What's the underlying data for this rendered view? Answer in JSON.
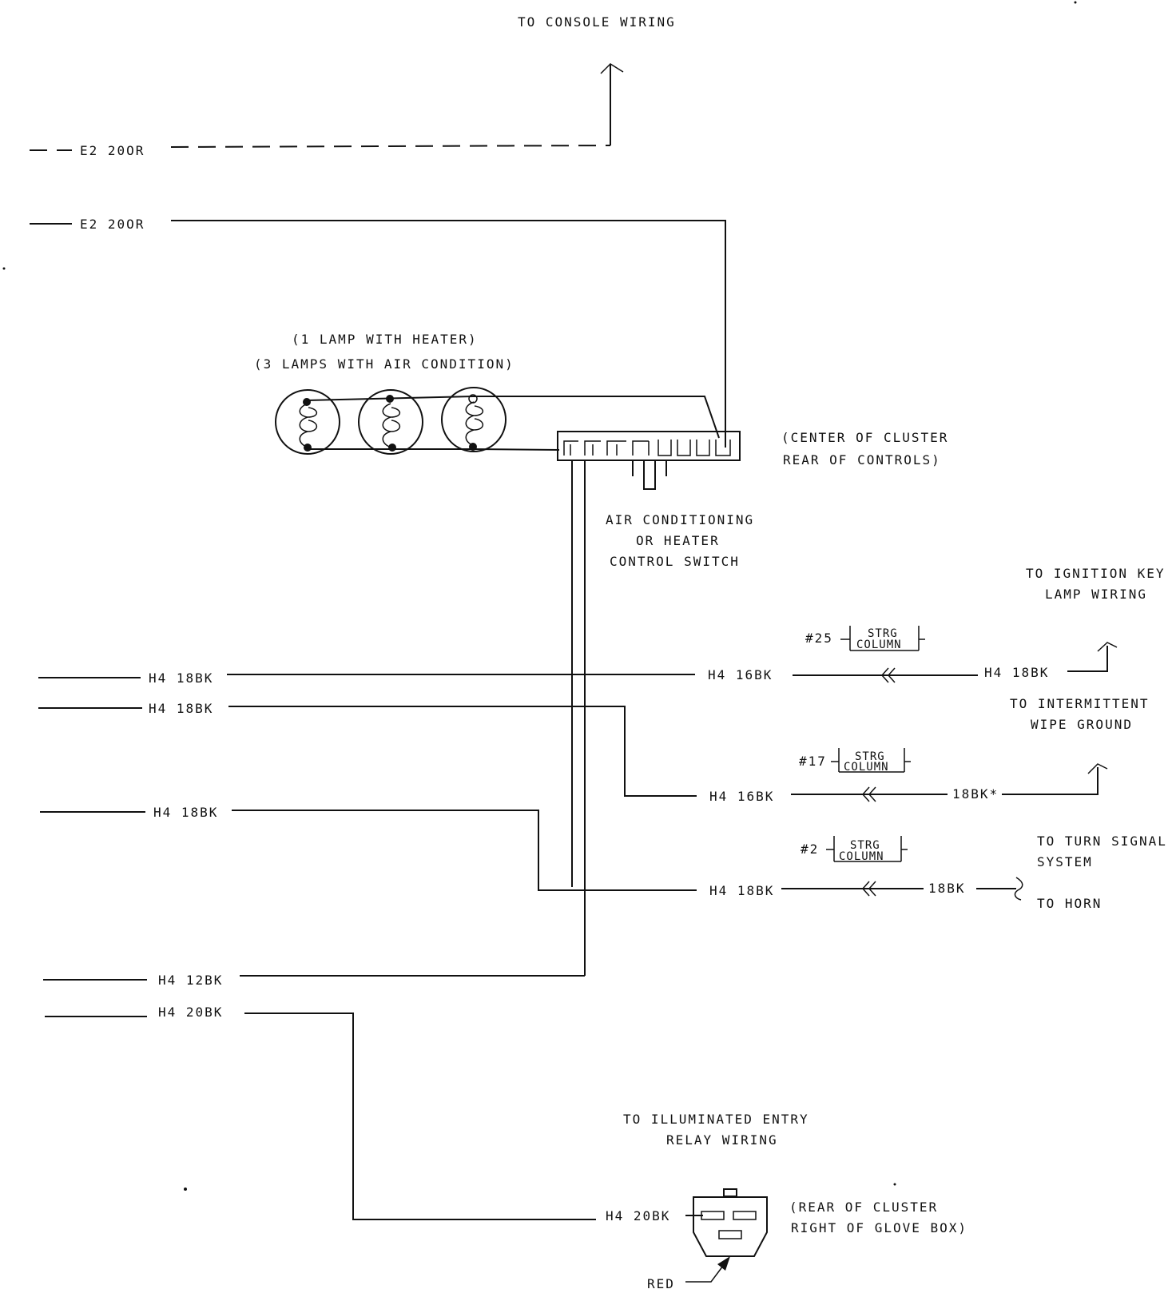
{
  "labels": {
    "to_console_wiring": "TO CONSOLE WIRING",
    "e2_dashed": "E2 20OR",
    "e2_solid": "E2 20OR",
    "lamp_heater": "(1 LAMP WITH HEATER)",
    "lamp_ac": "(3 LAMPS WITH AIR CONDITION)",
    "switch_location_1": "(CENTER OF CLUSTER",
    "switch_location_2": "REAR OF CONTROLS)",
    "switch_name_1": "AIR CONDITIONING",
    "switch_name_2": "OR HEATER",
    "switch_name_3": "CONTROL SWITCH",
    "to_ignition_key_1": "TO IGNITION KEY",
    "to_ignition_key_2": "LAMP WIRING",
    "h4_left_1": "H4 18BK",
    "h4_mid_1": "H4 16BK",
    "h4_right_1": "H4 18BK",
    "pin_25": "#25",
    "to_intermittent_1": "TO INTERMITTENT",
    "to_intermittent_2": "WIPE GROUND",
    "h4_left_2": "H4 18BK",
    "h4_mid_2": "H4 16BK",
    "right_2": "18BK*",
    "pin_17": "#17",
    "h4_left_3": "H4 18BK",
    "h4_mid_3": "H4 18BK",
    "right_3": "18BK",
    "pin_2": "#2",
    "to_turn_signal_1": "TO TURN SIGNAL",
    "to_turn_signal_2": "SYSTEM",
    "to_horn": "TO HORN",
    "h4_left_4": "H4 12BK",
    "h4_left_5": "H4 20BK",
    "to_illuminated_1": "TO ILLUMINATED ENTRY",
    "to_illuminated_2": "RELAY WIRING",
    "h4_relay": "H4 20BK",
    "relay_location_1": "(REAR OF CLUSTER",
    "relay_location_2": "RIGHT OF GLOVE BOX)",
    "red": "RED",
    "strg": "STRG",
    "column": "COLUMN"
  }
}
